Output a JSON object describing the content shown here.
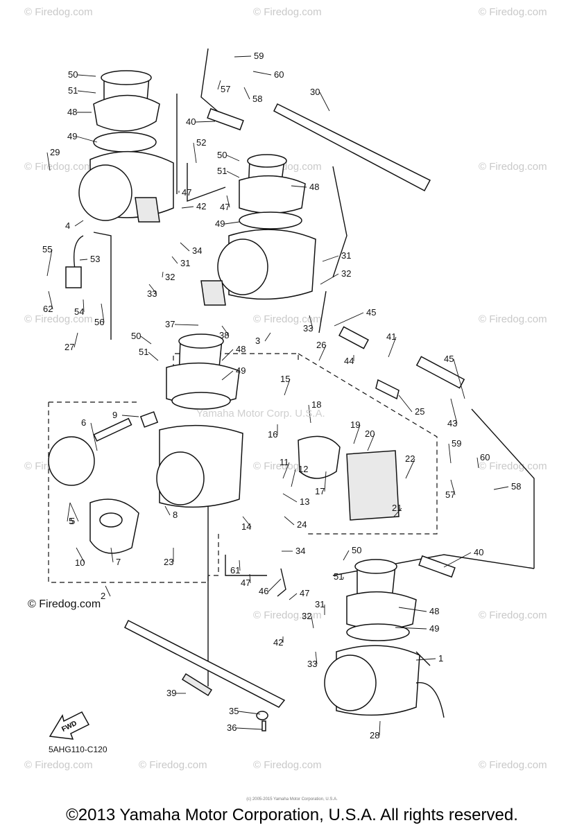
{
  "watermarks": [
    "© Firedog.com",
    "© Firedog.com",
    "© Firedog.com",
    "© Firedog.com",
    "© Firedog.com",
    "© Firedog.com",
    "© Firedog.com",
    "© Firedog.com",
    "© Firedog.com",
    "© Firedog.com",
    "© Firedog.com",
    "© Firedog.com",
    "© Firedog.com",
    "© Firedog.com",
    "© Firedog.com",
    "© Firedog.com",
    "© Firedog.com",
    "© Firedog.com"
  ],
  "inner_watermark": "Yamaha Motor Corp. U.S.A.",
  "copyright_mid": "© Firedog.com",
  "diagram_code": "5AHG110-C120",
  "fwd_label": "FWD",
  "tiny_print": "(c) 2005-2015 Yamaha Motor Corporation, U.S.A.",
  "footer": "©2013 Yamaha Motor Corporation, U.S.A. All rights reserved.",
  "callouts": [
    "59",
    "60",
    "57",
    "58",
    "30",
    "50",
    "51",
    "48",
    "49",
    "40",
    "29",
    "52",
    "50",
    "51",
    "47",
    "42",
    "48",
    "47",
    "4",
    "49",
    "31",
    "32",
    "55",
    "53",
    "34",
    "31",
    "32",
    "33",
    "62",
    "54",
    "56",
    "5",
    "33",
    "37",
    "38",
    "3",
    "45",
    "27",
    "50",
    "51",
    "48",
    "26",
    "41",
    "44",
    "49",
    "45",
    "15",
    "18",
    "9",
    "6",
    "16",
    "19",
    "20",
    "25",
    "43",
    "59",
    "60",
    "11",
    "12",
    "22",
    "57",
    "58",
    "5",
    "13",
    "17",
    "21",
    "8",
    "14",
    "24",
    "10",
    "7",
    "23",
    "34",
    "50",
    "40",
    "61",
    "47",
    "46",
    "51",
    "47",
    "31",
    "48",
    "32",
    "49",
    "42",
    "33",
    "1",
    "39",
    "35",
    "36",
    "28",
    "2"
  ]
}
